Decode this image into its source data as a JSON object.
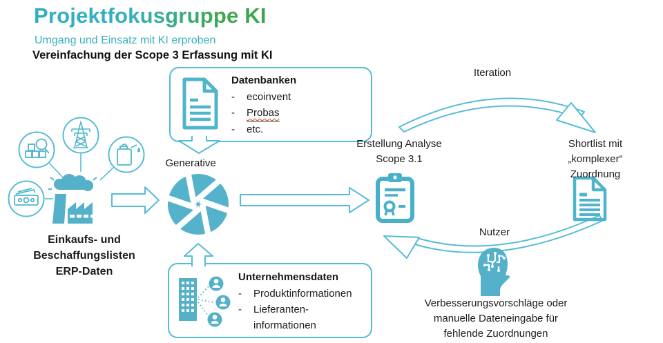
{
  "header": {
    "title": "Projektfokusgruppe KI",
    "subtitle": "Umgang und Einsatz mit KI erproben",
    "section_heading": "Vereinfachung der Scope 3 Erfassung mit KI"
  },
  "flow": {
    "erp_sources_label": "Einkaufs- und\nBeschaffungslisten\nERP-Daten",
    "generative_label": "Generative",
    "analysis_label": "Erstellung Analyse\nScope 3.1",
    "iteration_label": "Iteration",
    "shortlist_label": "Shortlist mit\n„komplexer“ Zuordnung",
    "user_label": "Nutzer",
    "feedback_label": "Verbesserungsvorschläge oder\nmanuelle Dateneingabe für\nfehlende Zuordnungen"
  },
  "databases_box": {
    "title": "Datenbanken",
    "bullet": "-",
    "items": [
      "ecoinvent",
      "Probas",
      "etc."
    ]
  },
  "company_box": {
    "title": "Unternehmensdaten",
    "bullet": "-",
    "items": [
      "Produktinformationen",
      "Lieferanten-\ninformationen"
    ]
  },
  "icons": {
    "core": "aperture-icon",
    "databases": "document-icon",
    "company": "company-network-icon",
    "analysis": "certificate-clipboard-icon",
    "shortlist": "document-icon",
    "user": "ai-head-icon",
    "left_sources": [
      "packages-inspection-icon",
      "power-pylon-icon",
      "oil-can-icon",
      "banknotes-icon",
      "factory-icon"
    ]
  },
  "colors": {
    "accent_outline": "#56bcd6",
    "icon_solid": "#54b1c9",
    "icon_stroke": "#4fb5cc",
    "title_gradient_start": "#2fadc7",
    "title_gradient_end": "#3ba649",
    "subtitle_teal": "#3bafc2",
    "text": "#1c1c1c",
    "spellcheck_red": "#d24726"
  }
}
